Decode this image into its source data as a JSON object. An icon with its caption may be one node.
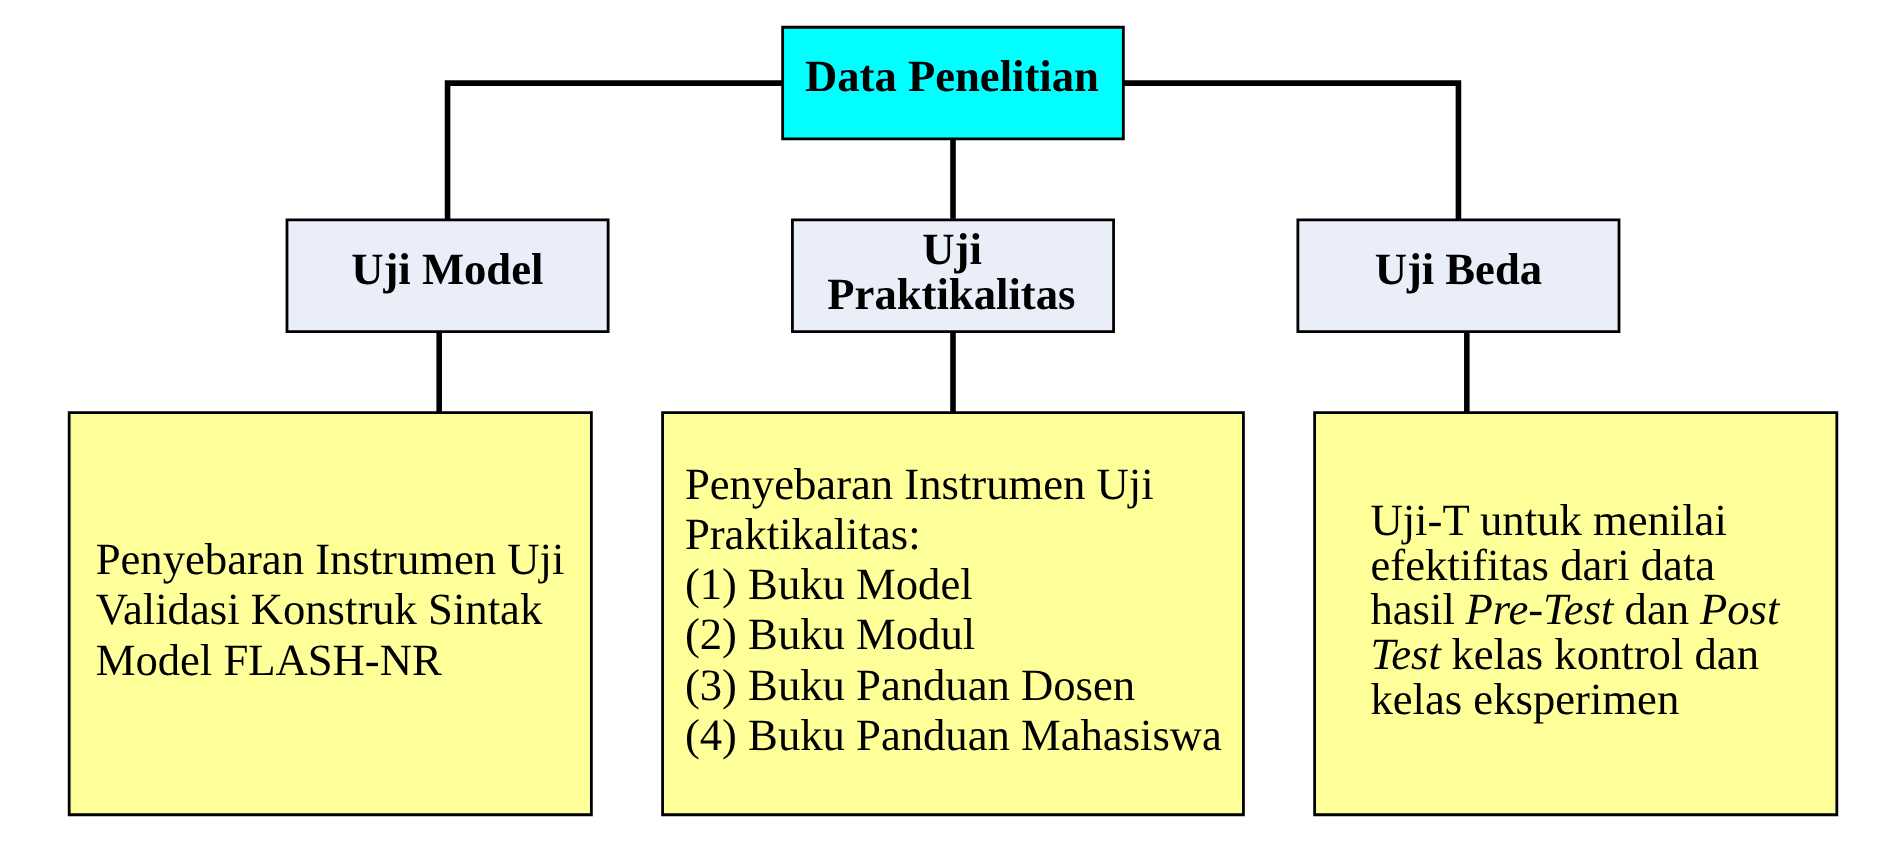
{
  "diagram": {
    "nodes": [
      {
        "text": [
          "Data Penelitian"
        ]
      },
      {
        "text": [
          "Uji Model"
        ]
      },
      {
        "text": [
          "Uji Praktikalitas"
        ]
      },
      {
        "text": [
          "Uji Beda"
        ]
      },
      {
        "text": [
          "Penyebaran Instrumen Uji Validasi Konstruk Sintak Model FLASH-NR"
        ]
      },
      {
        "text": [
          "Penyebaran Instrumen Uji Praktikalitas:",
          "(1) Buku Model",
          "(2) Buku Modul",
          "(3) Buku Panduan Dosen",
          "(4) Buku Panduan Mahasiswa"
        ]
      },
      {
        "text": [
          "Uji-T untuk menilai efektifitas dari data hasil *Pre-Test* dan *Post Test* kelas kontrol dan kelas eksperimen"
        ]
      }
    ],
    "edges": [
      {
        "from": 0,
        "to": 1,
        "arrow": "none"
      },
      {
        "from": 0,
        "to": 2,
        "arrow": "none"
      },
      {
        "from": 0,
        "to": 3,
        "arrow": "none"
      },
      {
        "from": 1,
        "to": 4,
        "arrow": "none"
      },
      {
        "from": 2,
        "to": 5,
        "arrow": "none"
      },
      {
        "from": 3,
        "to": 6,
        "arrow": "none"
      }
    ]
  }
}
